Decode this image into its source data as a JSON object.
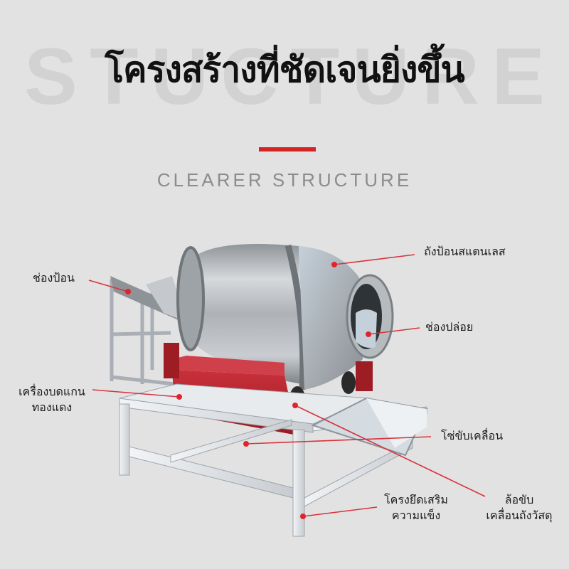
{
  "header": {
    "watermark_letters": [
      "S",
      "T",
      "U",
      "C",
      "T",
      "U",
      "R",
      "E"
    ],
    "title": "โครงสร้างที่ชัดเจนยิ่งขึ้น",
    "subtitle": "CLEARER STRUCTURE",
    "accent_color": "#d42424"
  },
  "callouts": [
    {
      "id": "feed-drum",
      "text": "ถังป้อนสแตนเลส",
      "dot": [
        470,
        372
      ],
      "end": [
        583,
        358
      ]
    },
    {
      "id": "feed-inlet",
      "text": "ช่องป้อน",
      "dot": [
        180,
        410
      ],
      "end": [
        125,
        394
      ]
    },
    {
      "id": "discharge-outlet",
      "text": "ช่องปล่อย",
      "dot": [
        518,
        470
      ],
      "end": [
        590,
        461
      ]
    },
    {
      "id": "copper-motor",
      "line1": "เครื่องบดแกน",
      "line2": "ทองแดง",
      "dot": [
        252,
        558
      ],
      "end": [
        130,
        548
      ]
    },
    {
      "id": "drive-chain",
      "text": "โซ่ขับเคลื่อน",
      "dot": [
        346,
        624
      ],
      "end": [
        606,
        614
      ]
    },
    {
      "id": "reinforced-frame",
      "line1": "โครงยึดเสริม",
      "line2": "ความแข็ง",
      "dot": [
        426,
        726
      ],
      "end": [
        530,
        713
      ]
    },
    {
      "id": "drive-wheel",
      "line1": "ล้อขับ",
      "line2": "เคลื่อนถังวัสดุ",
      "dot": [
        415,
        570
      ],
      "end": [
        682,
        698
      ]
    }
  ],
  "colors": {
    "background": "#e2e2e2",
    "leader_line": "#d9333d",
    "steel": "#b8bcc0",
    "red_housing": "#b3202a",
    "frame": "#dfe3e6"
  }
}
